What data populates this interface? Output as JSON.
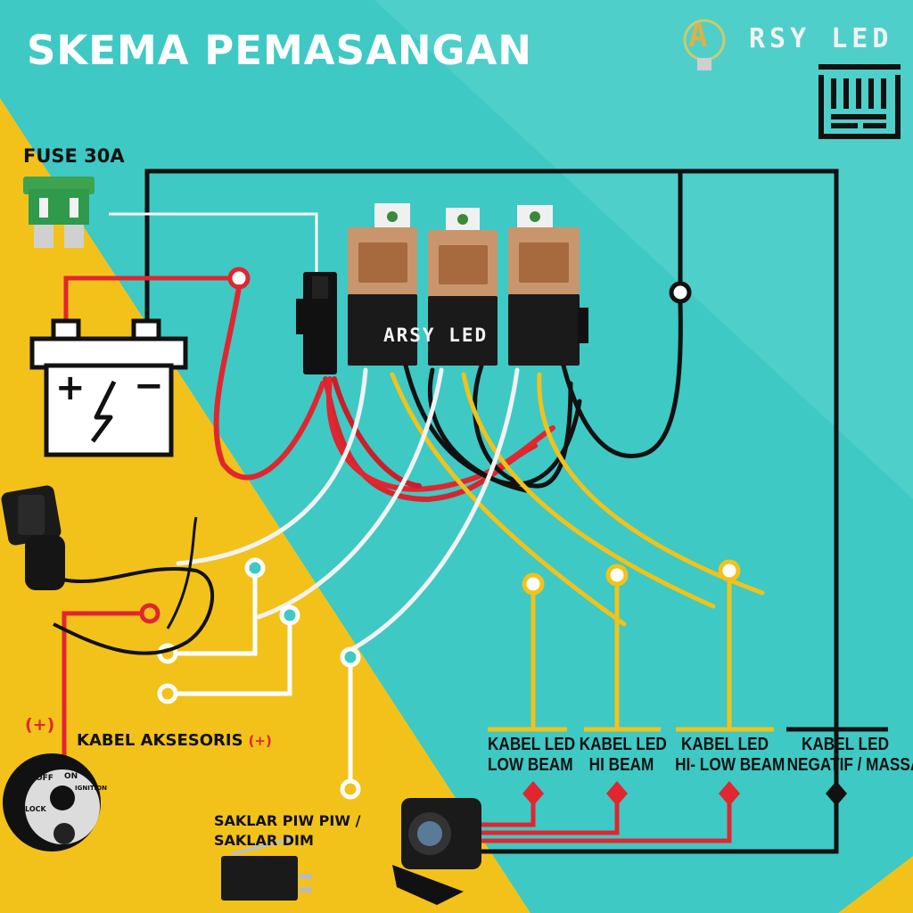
{
  "title": "SKEMA PEMASANGAN",
  "brand": {
    "logo_text": "ARSY LED",
    "logo_initial": "A",
    "logo_rest": "RSY LED"
  },
  "labels": {
    "fuse": "FUSE 30A",
    "plus": "(+)",
    "accessory_cable": "KABEL AKSESORIS",
    "accessory_plus": "(+)",
    "switch_line1": "SAKLAR PIW PIW /",
    "switch_line2": "SAKLAR DIM"
  },
  "battery": {
    "plus_symbol": "+",
    "minus_symbol": "−"
  },
  "cables": [
    {
      "line1": "KABEL LED",
      "line2": "LOW BEAM"
    },
    {
      "line1": "KABEL LED",
      "line2": "HI BEAM"
    },
    {
      "line1": "KABEL LED",
      "line2": "HI- LOW BEAM"
    },
    {
      "line1": "KABEL LED",
      "line2": "NEGATIF / MASSA"
    }
  ],
  "ignition_key": {
    "off": "OFF",
    "on": "ON",
    "lock": "LOCK",
    "ignition": "IGNITION"
  },
  "colors": {
    "teal": "#3ec9c4",
    "yellow": "#f2c21a",
    "red_wire": "#e1262f",
    "black_wire": "#111111",
    "yellow_wire": "#f2c21a",
    "white_wire": "#ffffff",
    "relay_body": "#c9956c",
    "fuse_green": "#2f9a4b"
  }
}
